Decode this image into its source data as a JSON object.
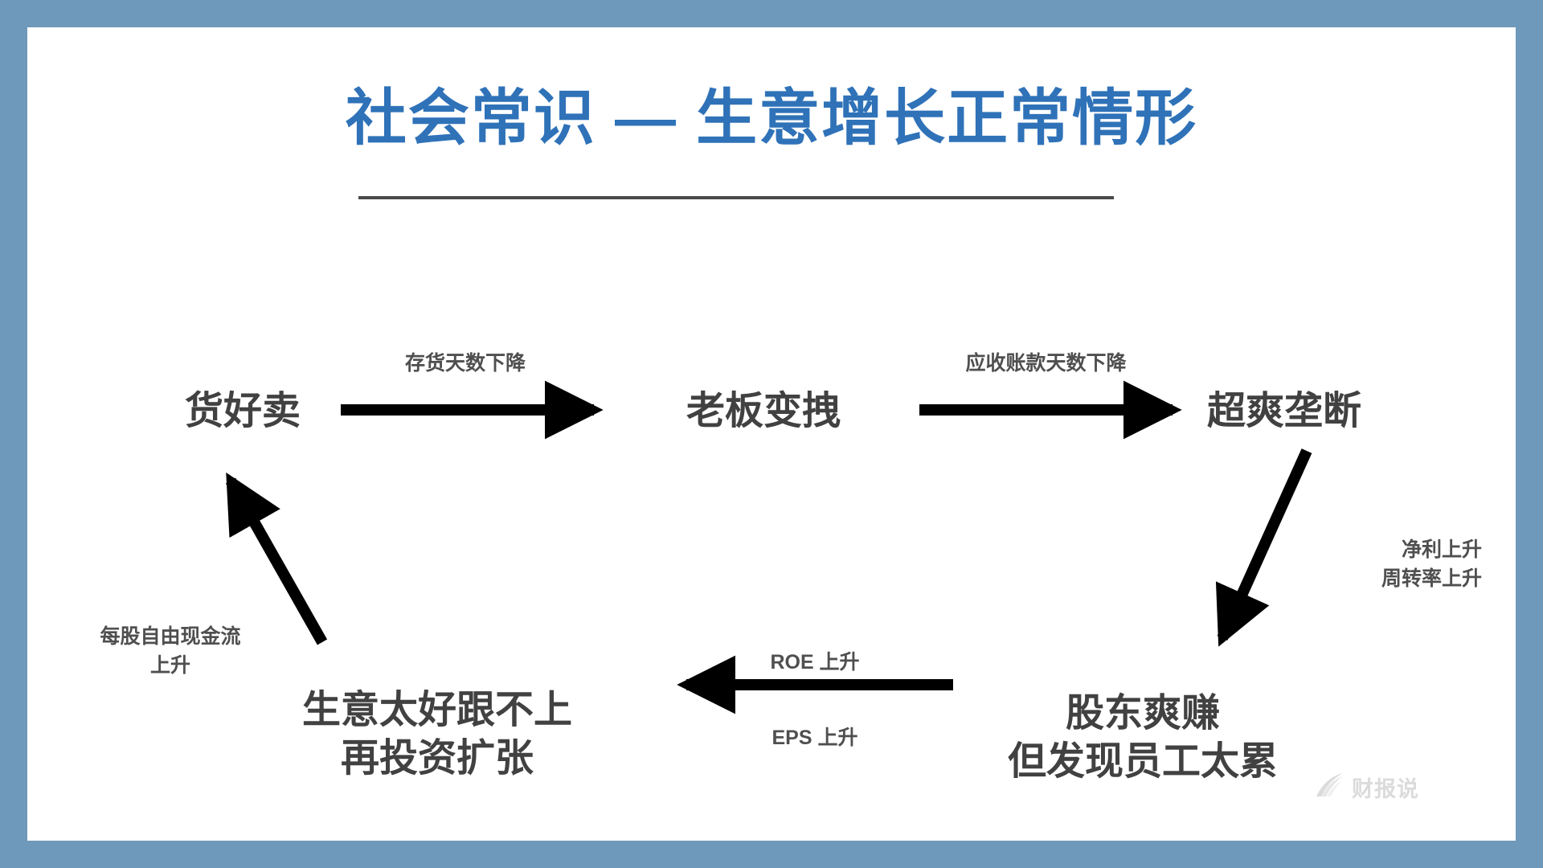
{
  "slide": {
    "title": "社会常识 — 生意增长正常情形",
    "frame_color": "#6f99ba",
    "title_color": "#2f72b8",
    "text_color": "#414141",
    "canvas_color": "#ffffff"
  },
  "nodes": {
    "goods_sell_well": "货好卖",
    "boss_gets_cocky": "老板变拽",
    "super_monopoly": "超爽垄断",
    "shareholders_earn_line1": "股东爽赚",
    "shareholders_earn_line2": "但发现员工太累",
    "business_too_good_line1": "生意太好跟不上",
    "business_too_good_line2": "再投资扩张"
  },
  "edge_labels": {
    "inventory_days_down": "存货天数下降",
    "receivable_days_down": "应收账款天数下降",
    "net_profit_up": "净利上升",
    "turnover_rate_up": "周转率上升",
    "roe_up": "ROE 上升",
    "eps_up": "EPS 上升",
    "fcf_per_share_line1": "每股自由现金流",
    "fcf_per_share_line2": "上升"
  },
  "watermark": {
    "brand": "财报说"
  },
  "chart_data": {
    "type": "diagram",
    "subtype": "cycle-flowchart",
    "title": "社会常识 — 生意增长正常情形",
    "nodes": [
      {
        "id": "n1",
        "label": "货好卖",
        "x": 0.13,
        "y": 0.41
      },
      {
        "id": "n2",
        "label": "老板变拽",
        "x": 0.5,
        "y": 0.41
      },
      {
        "id": "n3",
        "label": "超爽垄断",
        "x": 0.87,
        "y": 0.41
      },
      {
        "id": "n4",
        "label": "股东爽赚 / 但发现员工太累",
        "x": 0.8,
        "y": 0.85
      },
      {
        "id": "n5",
        "label": "生意太好跟不上 / 再投资扩张",
        "x": 0.3,
        "y": 0.87
      }
    ],
    "edges": [
      {
        "from": "n1",
        "to": "n2",
        "label": "存货天数下降",
        "direction": "right"
      },
      {
        "from": "n2",
        "to": "n3",
        "label": "应收账款天数下降",
        "direction": "right"
      },
      {
        "from": "n3",
        "to": "n4",
        "label": "净利上升 / 周转率上升",
        "direction": "down-left"
      },
      {
        "from": "n4",
        "to": "n5",
        "label": "ROE 上升 / EPS 上升",
        "direction": "left"
      },
      {
        "from": "n5",
        "to": "n1",
        "label": "每股自由现金流 / 上升",
        "direction": "up-left"
      }
    ],
    "legend": [],
    "grid": false
  }
}
